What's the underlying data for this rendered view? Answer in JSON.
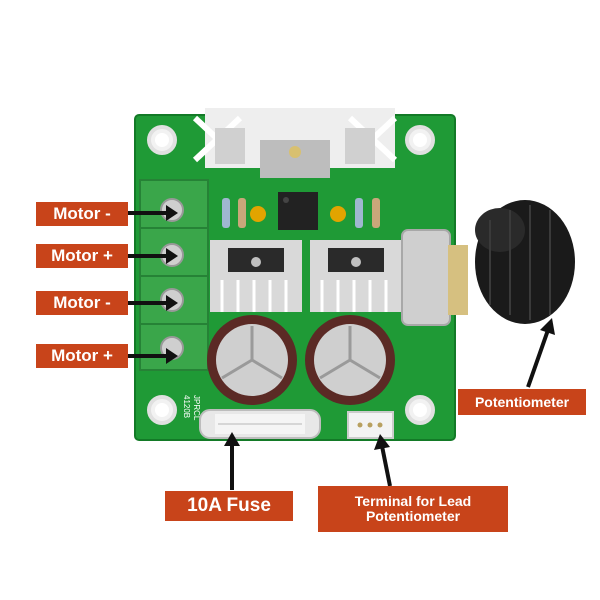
{
  "colors": {
    "board": "#1f9a36",
    "board_dark": "#137a27",
    "label_bg": "#c8441a",
    "label_text": "#ffffff",
    "arrow": "#111111",
    "terminal_block": "#3aa64a",
    "heatsink": "#d8d8d8",
    "capacitor": "#5b2a25",
    "knob": "#1a1a1a"
  },
  "labels": {
    "motor_minus_1": "Motor -",
    "motor_plus_1": "Motor +",
    "motor_minus_2": "Motor -",
    "motor_plus_2": "Motor +",
    "potentiometer": "Potentiometer",
    "fuse": "10A Fuse",
    "terminal_line1": "Terminal for Lead",
    "terminal_line2": "Potentiometer"
  },
  "board_markings": {
    "silk_text_1": "JPRCL",
    "silk_text_2": "4120B"
  }
}
